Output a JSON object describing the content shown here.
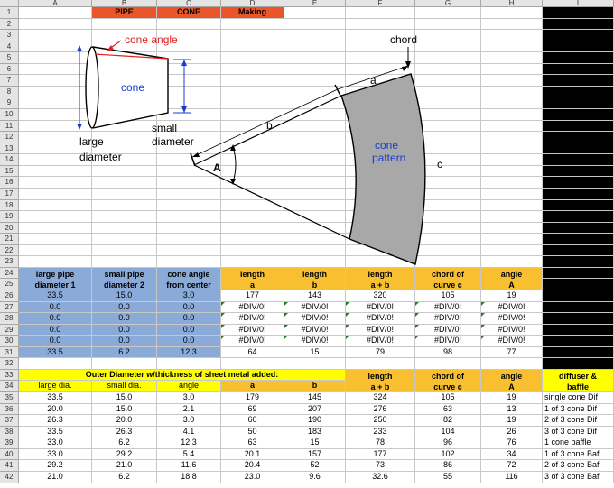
{
  "columns": [
    "A",
    "B",
    "C",
    "D",
    "E",
    "F",
    "G",
    "H",
    "I"
  ],
  "rows": [
    1,
    2,
    3,
    4,
    5,
    6,
    7,
    8,
    9,
    10,
    11,
    12,
    13,
    14,
    15,
    16,
    17,
    18,
    19,
    20,
    21,
    22,
    23,
    24,
    25,
    26,
    27,
    28,
    29,
    30,
    31,
    32,
    33,
    34,
    35,
    36,
    37,
    38,
    39,
    40,
    41,
    42
  ],
  "title": {
    "pipe": "PIPE",
    "cone": "CONE",
    "making": "Making"
  },
  "diagram": {
    "cone_angle": "cone angle",
    "cone": "cone",
    "large": "large",
    "diameter": "diameter",
    "small": "small",
    "diameter2": "diameter",
    "chord": "chord",
    "a": "a",
    "b": "b",
    "A": "A",
    "cone_pattern_1": "cone",
    "cone_pattern_2": "pattern",
    "c": "c"
  },
  "header1": {
    "large1": "large pipe",
    "large2": "diameter 1",
    "small1": "small pipe",
    "small2": "diameter 2",
    "angle1": "cone angle",
    "angle2": "from center",
    "lena1": "length",
    "lena2": "a",
    "lenb1": "length",
    "lenb2": "b",
    "lenab1": "length",
    "lenab2": "a + b",
    "chord1": "chord of",
    "chord2": "curve c",
    "ang1": "angle",
    "ang2": "A"
  },
  "table1": [
    [
      "33.5",
      "15.0",
      "3.0",
      "177",
      "143",
      "320",
      "105",
      "19"
    ],
    [
      "0.0",
      "0.0",
      "0.0",
      "#DIV/0!",
      "#DIV/0!",
      "#DIV/0!",
      "#DIV/0!",
      "#DIV/0!"
    ],
    [
      "0.0",
      "0.0",
      "0.0",
      "#DIV/0!",
      "#DIV/0!",
      "#DIV/0!",
      "#DIV/0!",
      "#DIV/0!"
    ],
    [
      "0.0",
      "0.0",
      "0.0",
      "#DIV/0!",
      "#DIV/0!",
      "#DIV/0!",
      "#DIV/0!",
      "#DIV/0!"
    ],
    [
      "0.0",
      "0.0",
      "0.0",
      "#DIV/0!",
      "#DIV/0!",
      "#DIV/0!",
      "#DIV/0!",
      "#DIV/0!"
    ],
    [
      "33.5",
      "6.2",
      "12.3",
      "64",
      "15",
      "79",
      "98",
      "77"
    ]
  ],
  "header2": {
    "outer": "Outer Diameter w/thickness of sheet metal added:",
    "lenab1": "length",
    "lenab2": "a + b",
    "chord1": "chord of",
    "chord2": "curve c",
    "ang1": "angle",
    "ang2": "A",
    "diff1": "diffuser &",
    "diff2": "baffle",
    "large": "large dia.",
    "small": "small dia.",
    "angle": "angle",
    "a": "a",
    "b": "b"
  },
  "table2": [
    [
      "33.5",
      "15.0",
      "3.0",
      "179",
      "145",
      "324",
      "105",
      "19",
      "single cone Dif"
    ],
    [
      "20.0",
      "15.0",
      "2.1",
      "69",
      "207",
      "276",
      "63",
      "13",
      "1 of 3 cone Dif"
    ],
    [
      "26.3",
      "20.0",
      "3.0",
      "60",
      "190",
      "250",
      "82",
      "19",
      "2 of 3 cone Dif"
    ],
    [
      "33.5",
      "26.3",
      "4.1",
      "50",
      "183",
      "233",
      "104",
      "26",
      "3 of 3 cone Dif"
    ],
    [
      "33.0",
      "6.2",
      "12.3",
      "63",
      "15",
      "78",
      "96",
      "76",
      "1 cone baffle"
    ],
    [
      "33.0",
      "29.2",
      "5.4",
      "20.1",
      "157",
      "177",
      "102",
      "34",
      "1 of 3 cone Baf"
    ],
    [
      "29.2",
      "21.0",
      "11.6",
      "20.4",
      "52",
      "73",
      "86",
      "72",
      "2 of 3 cone Baf"
    ],
    [
      "21.0",
      "6.2",
      "18.8",
      "23.0",
      "9.6",
      "32.6",
      "55",
      "116",
      "3 of 3 cone Baf"
    ]
  ],
  "colors": {
    "orange": "#e8562a",
    "blue": "#8aaad8",
    "yellow": "#ffff00",
    "gold": "#f8c030",
    "black": "#000000",
    "cone_text": "#1a3ad0",
    "red": "#e02020"
  }
}
